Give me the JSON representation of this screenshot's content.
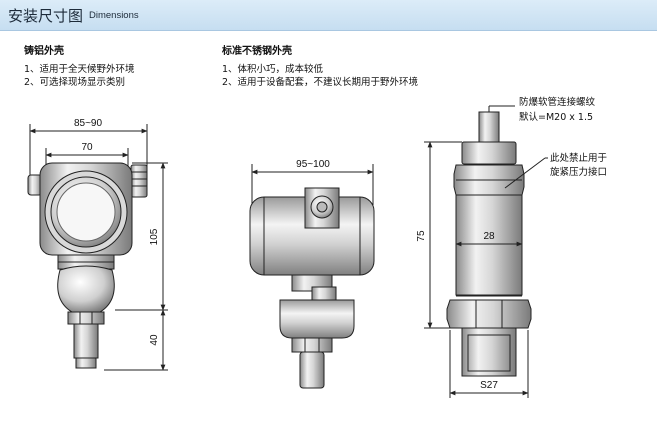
{
  "header": {
    "title": "安装尺寸图",
    "subtitle": "Dimensions",
    "bg_color": "#cfe3f4"
  },
  "left_section": {
    "title": "铸铝外壳",
    "lines": [
      "1、适用于全天候野外环境",
      "2、可选择现场显示类别"
    ]
  },
  "right_section": {
    "title": "标准不锈钢外壳",
    "lines": [
      "1、体积小巧，成本较低",
      "2、适用于设备配套，不建议长期用于野外环境"
    ]
  },
  "drawing1": {
    "dim_outer_width": "85~90",
    "dim_inner_width": "70",
    "dim_height": "105",
    "dim_bottom": "40"
  },
  "drawing2": {
    "dim_width": "95~100"
  },
  "drawing3": {
    "dim_height": "75",
    "dim_body_width": "28",
    "dim_hex": "S27",
    "note1_line1": "防爆软管连接螺纹",
    "note1_line2": "默认=M20 x 1.5",
    "note2_line1": "此处禁止用于",
    "note2_line2": "旋紧压力接口"
  }
}
